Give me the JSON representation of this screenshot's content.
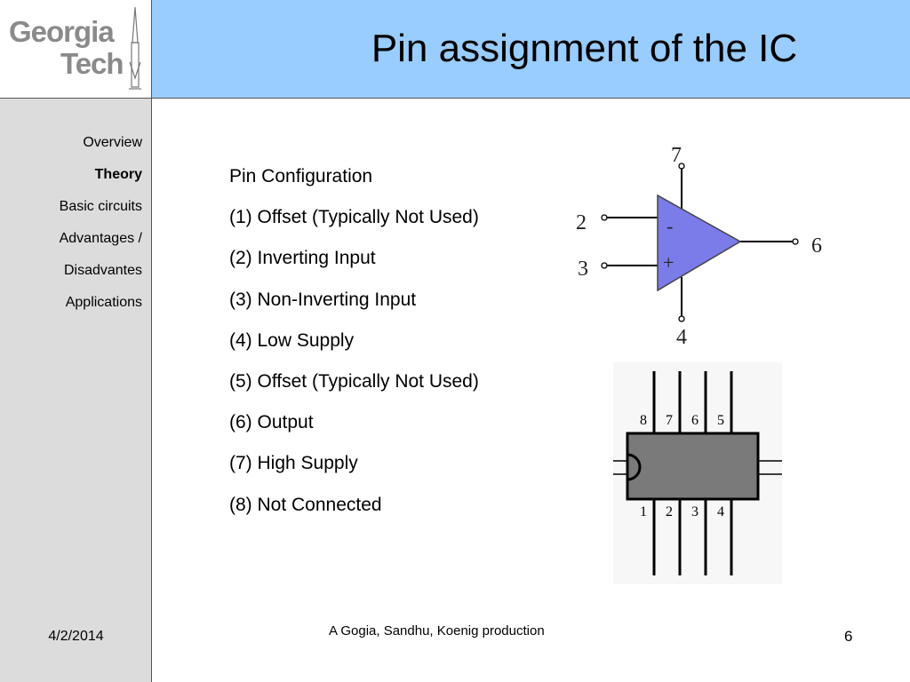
{
  "logo": {
    "line1": "Georgia",
    "line2": "Tech"
  },
  "header": {
    "title": "Pin assignment of the IC"
  },
  "sidebar": {
    "items": [
      {
        "label": "Overview"
      },
      {
        "label": "Theory"
      },
      {
        "label": "Basic circuits"
      },
      {
        "label": "Advantages /"
      },
      {
        "label": "Disadvantes"
      },
      {
        "label": "Applications"
      }
    ],
    "date": "4/2/2014"
  },
  "content": {
    "lines": [
      "Pin Configuration",
      "(1) Offset (Typically Not Used)",
      "(2) Inverting Input",
      "(3) Non-Inverting Input",
      "(4) Low Supply",
      "(5) Offset (Typically Not Used)",
      "(6) Output",
      "(7) High Supply",
      "(8) Not Connected"
    ]
  },
  "opamp": {
    "pin_top": "7",
    "pin_bottom": "4",
    "pin_inv": "2",
    "pin_noninv": "3",
    "pin_out": "6",
    "minus_sign": "-",
    "plus_sign": "+",
    "fill_color": "#7b7bea"
  },
  "dip": {
    "top_pins": [
      "8",
      "7",
      "6",
      "5"
    ],
    "bottom_pins": [
      "1",
      "2",
      "3",
      "4"
    ],
    "body_color": "#7a7a7a"
  },
  "footer": {
    "credit": "A Gogia, Sandhu, Koenig production",
    "page": "6"
  }
}
